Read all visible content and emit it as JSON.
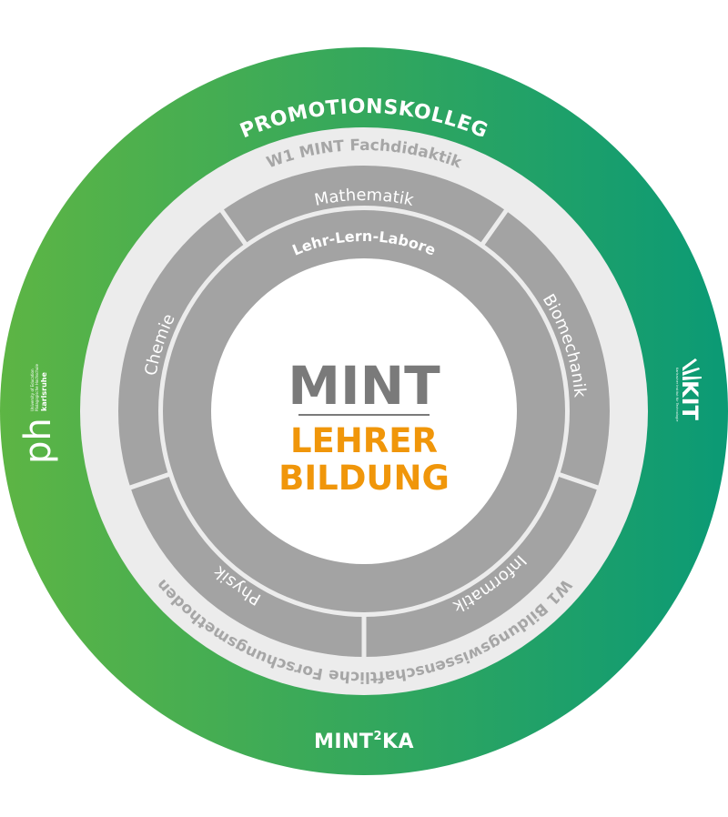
{
  "outer_ring": {
    "top_label": "PROMOTIONSKOLLEG",
    "bottom_label_prefix": "MINT",
    "bottom_label_sup": "2",
    "bottom_label_suffix": "KA",
    "gradient": [
      "#5db544",
      "#0b9a75"
    ]
  },
  "second_ring": {
    "top_label": "W1 MINT Fachdidaktik",
    "bottom_label": "W1 Bildungswissenschaftliche Forschungsmethoden"
  },
  "segments": {
    "mathematik": "Mathematik",
    "biomechanik": "Biomechanik",
    "informatik": "Informatik",
    "physik": "Physik",
    "chemie": "Chemie"
  },
  "lab_ring": {
    "label": "Lehr-Lern-Labore"
  },
  "center": {
    "title": "MINT",
    "line1": "LEHRER",
    "line2": "BILDUNG"
  },
  "logos": {
    "left": {
      "mark": "ph",
      "tiny_1": "University of Education",
      "tiny_2": "Pädagogische Hochschule",
      "name": "karlsruhe"
    },
    "right": {
      "mark": "KIT",
      "tiny": "Karlsruher Institut für Technologie"
    }
  },
  "colors": {
    "segment_gray": "#a3a3a3",
    "light_ring": "#ececec",
    "center_gray": "#7a7a7a",
    "accent_orange": "#f0960a"
  }
}
